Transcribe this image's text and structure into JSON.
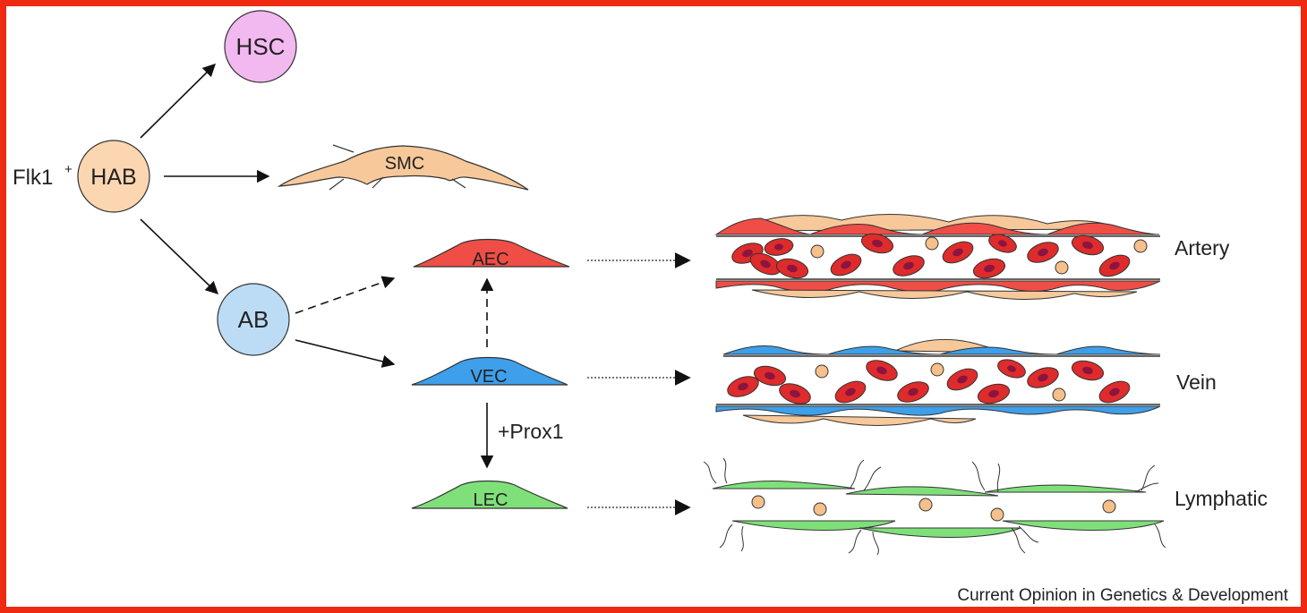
{
  "nodes": {
    "hsc": "HSC",
    "hab": "HAB",
    "ab": "AB",
    "smc": "SMC",
    "aec": "AEC",
    "vec": "VEC",
    "lec": "LEC"
  },
  "labels": {
    "flk1": "Flk1",
    "flk1_sup": "+",
    "prox1": "+Prox1",
    "artery": "Artery",
    "vein": "Vein",
    "lymphatic": "Lymphatic"
  },
  "credit": "Current Opinion in Genetics & Development",
  "colors": {
    "border": "#ee2a12",
    "hsc_fill": "#f2b8f0",
    "hab_fill": "#fbd6b0",
    "ab_fill": "#bcdcf6",
    "smc_fill": "#f7c89a",
    "aec_fill": "#ef4e46",
    "vec_fill": "#3e9fea",
    "lec_fill": "#7fe07a",
    "rbc_fill": "#de2b2b",
    "rbc_nucleus": "#8a1540",
    "wbc_fill": "#f5c08a"
  }
}
